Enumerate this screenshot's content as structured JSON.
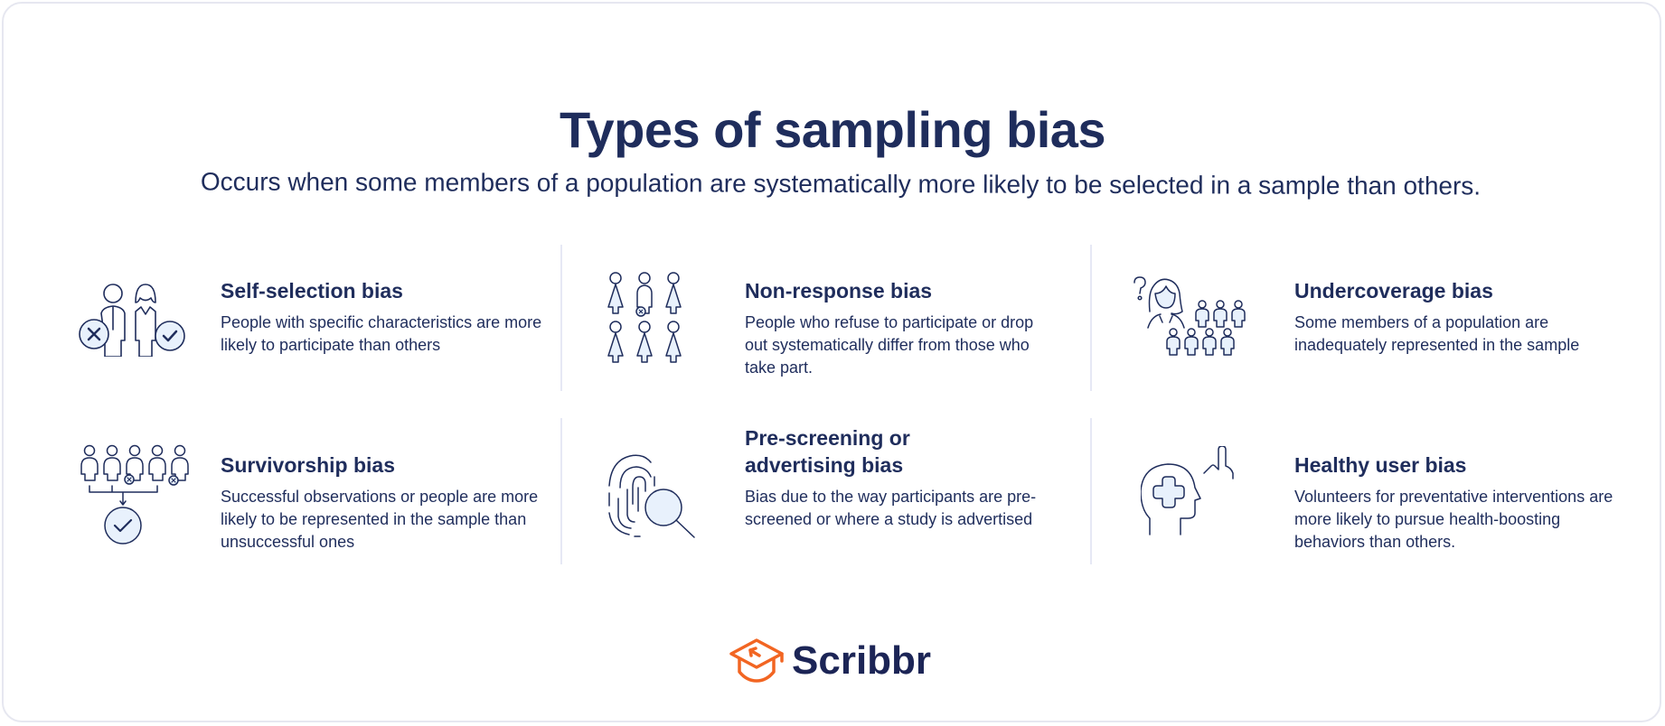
{
  "header": {
    "title": "Types of sampling bias",
    "subtitle": "Occurs when some members of a population are systematically more likely to be selected in a sample than others."
  },
  "colors": {
    "navy": "#1f2d5c",
    "icon_fill": "#e8f1fc",
    "divider": "#e6e8f5",
    "brand_orange": "#f26522"
  },
  "biases": [
    {
      "title": "Self-selection bias",
      "description": "People with specific characteristics are more likely to participate than others",
      "icon": "people-select-icon"
    },
    {
      "title": "Non-response bias",
      "description": "People who refuse to participate or drop out systematically differ from those who take part.",
      "icon": "people-grid-dropout-icon"
    },
    {
      "title": "Undercoverage bias",
      "description": "Some members of a population are inadequately represented in the sample",
      "icon": "person-question-crowd-icon"
    },
    {
      "title": "Survivorship bias",
      "description": "Successful observations or people are more likely to be represented in the sample than unsuccessful ones",
      "icon": "people-funnel-check-icon"
    },
    {
      "title": "Pre-screening or advertising bias",
      "description": "Bias due to the way participants are pre-screened or where a study is advertised",
      "icon": "fingerprint-magnifier-icon"
    },
    {
      "title": "Healthy user bias",
      "description": "Volunteers for preventative interventions are more likely to pursue health-boosting behaviors than others.",
      "icon": "head-medical-cross-icon"
    }
  ],
  "footer": {
    "brand": "Scribbr"
  }
}
